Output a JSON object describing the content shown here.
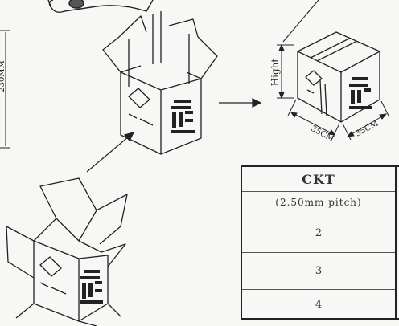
{
  "dimension_labels": {
    "height": "Hight",
    "width_left": "35CM",
    "width_right": "35CM",
    "left_edge_fragment": "230MM"
  },
  "table": {
    "header": "CKT",
    "subheader": "(2.50mm pitch)",
    "rows": [
      "2",
      "3",
      "4"
    ]
  }
}
